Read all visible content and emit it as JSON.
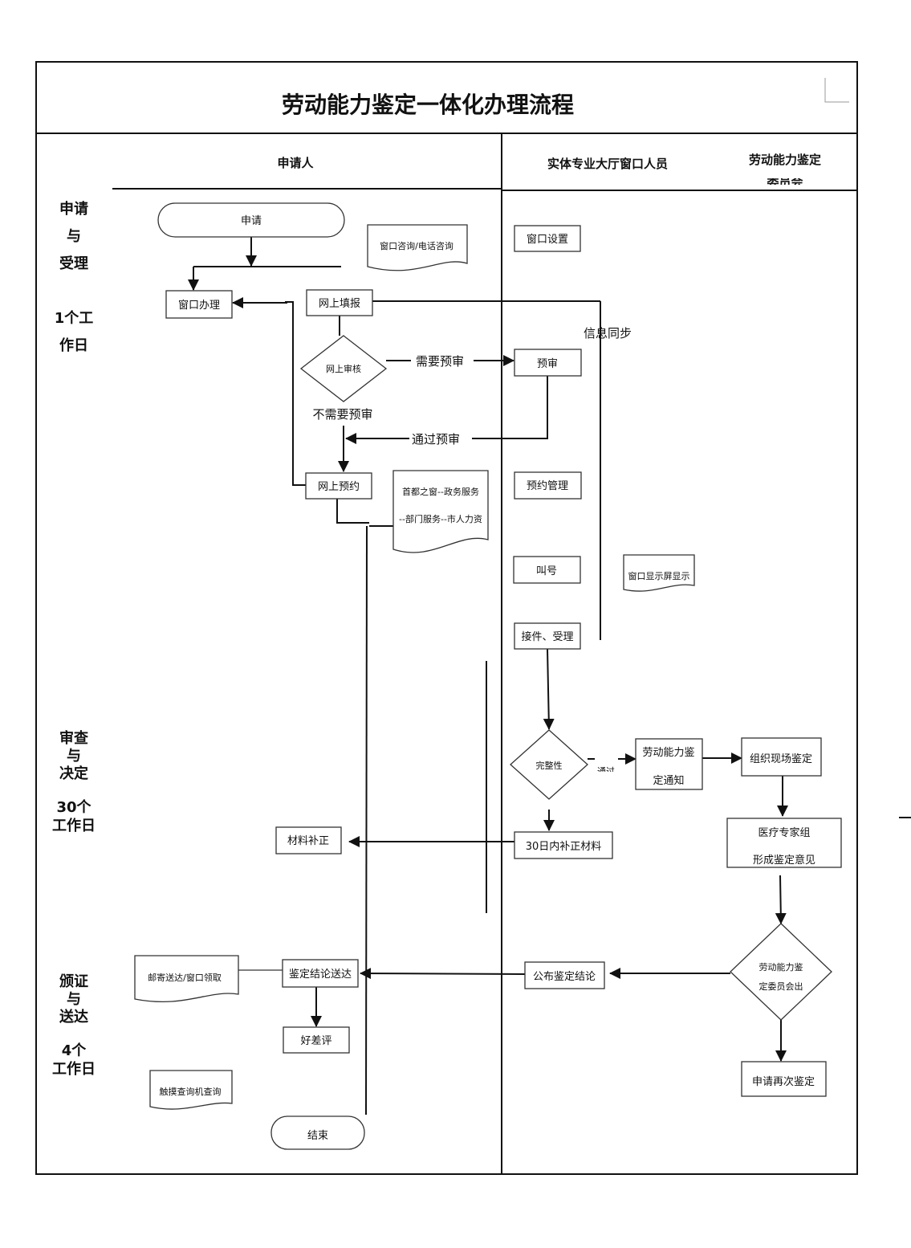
{
  "title": "劳动能力鉴定一体化办理流程",
  "lanes": {
    "applicant": "申请人",
    "window_staff": "实体专业大厅窗口人员",
    "committee": "劳动能力鉴定"
  },
  "phases": [
    {
      "lines": [
        "申请",
        "与",
        "受理"
      ],
      "duration": [
        "1个工",
        "作日"
      ]
    },
    {
      "lines": [
        "审查",
        "与",
        "决定"
      ],
      "duration": [
        "30个",
        "工作日"
      ]
    },
    {
      "lines": [
        "颁证",
        "与",
        "送达"
      ],
      "duration": [
        "4个",
        "工作日"
      ]
    }
  ],
  "nodes": {
    "apply": "申请",
    "consult": "窗口咨询/电话咨询",
    "window_setup": "窗口设置",
    "window_handle": "窗口办理",
    "online_fill": "网上填报",
    "online_review": "网上审核",
    "pre_review": "预审",
    "online_booking": "网上预约",
    "portal_line1": "首都之窗--政务服务",
    "portal_line2": "--部门服务--市人力资",
    "booking_mgmt": "预约管理",
    "call_number": "叫号",
    "window_display": "窗口显示屏显示",
    "receive": "接件、受理",
    "completeness": "完整性",
    "notice_line1": "劳动能力鉴",
    "notice_line2": "定通知",
    "onsite": "组织现场鉴定",
    "experts_line1": "医疗专家组",
    "experts_line2": "形成鉴定意见",
    "committee_line1": "劳动能力鉴",
    "committee_line2": "定委员会出",
    "reapply": "申请再次鉴定",
    "publish": "公布鉴定结论",
    "deliver": "鉴定结论送达",
    "mail": "邮寄送达/窗口领取",
    "rating": "好差评",
    "kiosk": "触摸查询机查询",
    "end": "结束",
    "supplement_30": "30日内补正材料",
    "supplement": "材料补正"
  },
  "edge_labels": {
    "sync": "信息同步",
    "need_pre": "需要预审",
    "no_pre": "不需要预审",
    "pass_pre": "通过预审",
    "pass": "通过"
  }
}
